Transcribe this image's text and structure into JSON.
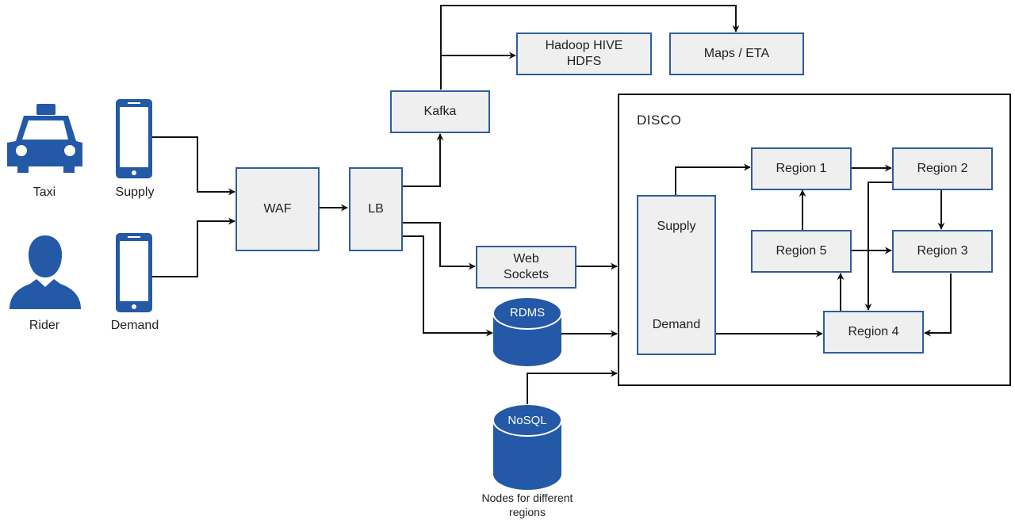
{
  "colors": {
    "accent": "#2359a6",
    "box_fill": "#efefef",
    "box_border": "#2f5d9e",
    "line": "#111111"
  },
  "icons": {
    "taxi": "taxi-icon",
    "rider": "person-icon",
    "phone": "smartphone-icon",
    "database": "database-icon"
  },
  "labels": {
    "taxi": "Taxi",
    "rider": "Rider",
    "supply": "Supply",
    "demand": "Demand",
    "nosql_caption": "Nodes for different\nregions"
  },
  "nodes": {
    "waf": "WAF",
    "lb": "LB",
    "kafka": "Kafka",
    "hadoop": "Hadoop HIVE\nHDFS",
    "maps": "Maps / ETA",
    "websockets": "Web\nSockets",
    "rdms": "RDMS",
    "nosql": "NoSQL",
    "disco": "DISCO",
    "supply_demand_supply": "Supply",
    "supply_demand_demand": "Demand",
    "region1": "Region 1",
    "region2": "Region 2",
    "region3": "Region 3",
    "region4": "Region 4",
    "region5": "Region 5"
  }
}
